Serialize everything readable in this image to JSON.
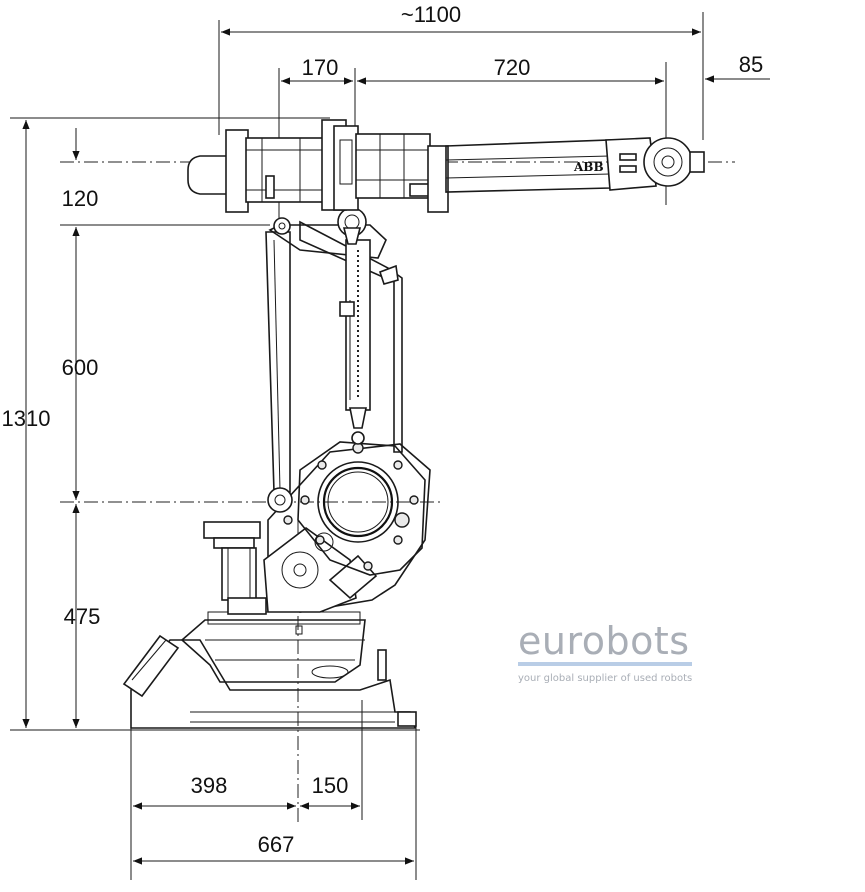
{
  "dimensions": {
    "overall_reach": "~1100",
    "axis_offset": "170",
    "upper_arm_length": "720",
    "wrist_flange": "85",
    "upper_offset": "120",
    "lower_arm_length": "600",
    "total_height": "1310",
    "base_height": "475",
    "base_front": "398",
    "base_axis": "150",
    "base_length": "667"
  },
  "robot_brand": "ABB",
  "watermark": {
    "name": "eurobots",
    "tagline": "your global supplier of used robots",
    "color": "#a9aeb6",
    "rule_color": "#b9cde6"
  }
}
